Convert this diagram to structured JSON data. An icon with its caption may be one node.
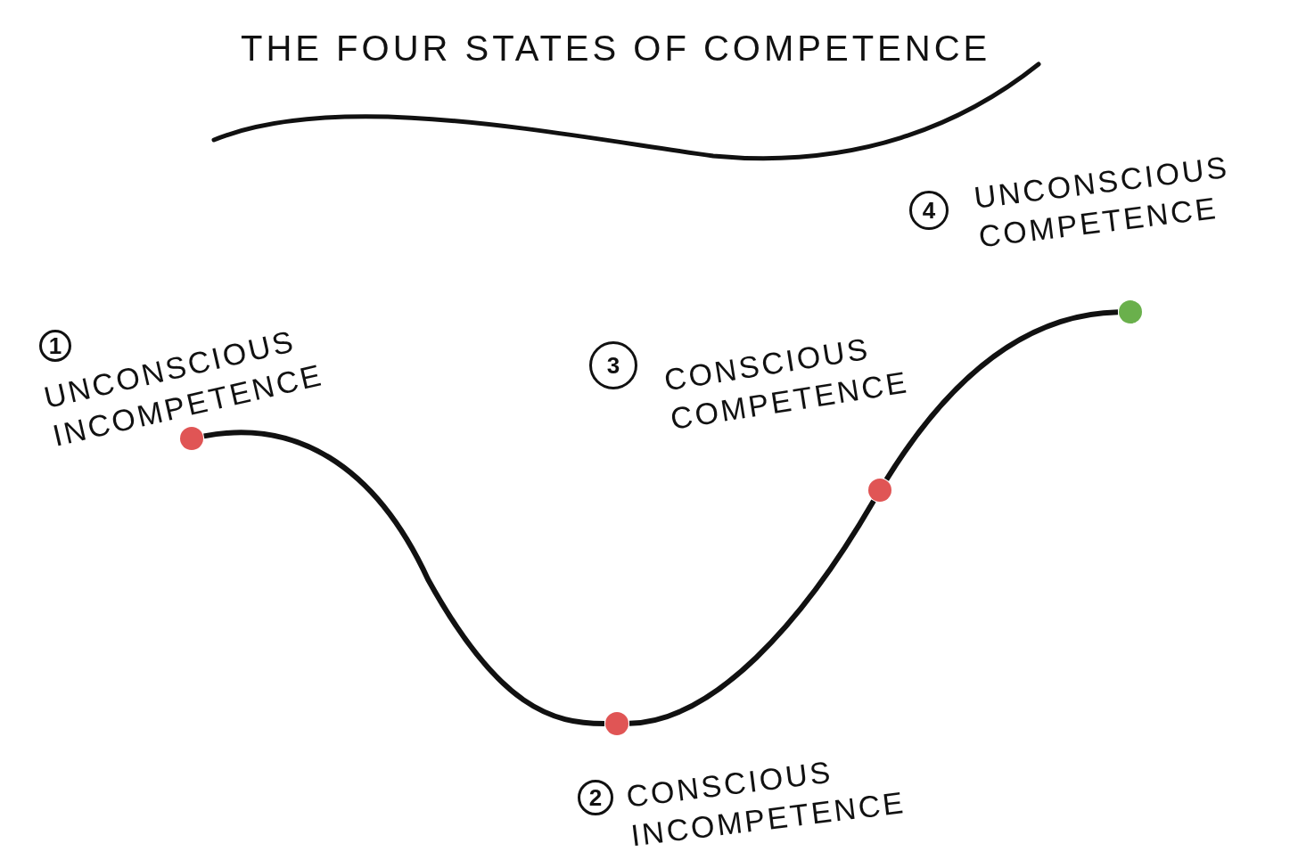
{
  "diagram": {
    "title": "THE FOUR STATES OF COMPETENCE",
    "nodes": [
      {
        "text": [],
        "shape": "circle"
      },
      {
        "text": [],
        "shape": "circle"
      },
      {
        "text": [],
        "shape": "circle"
      },
      {
        "text": [],
        "shape": "circle"
      },
      {
        "text": [
          "1"
        ],
        "beside": [
          "UNCONSCIOUS INCOMPETENCE"
        ]
      },
      {
        "text": [
          "2"
        ],
        "beside": [
          "CONSCIOUS INCOMPETENCE"
        ]
      },
      {
        "text": [
          "3"
        ],
        "beside": [
          "CONSCIOUS COMPETENCE"
        ]
      },
      {
        "text": [
          "4"
        ],
        "beside": [
          "UNCONSCIOUS COMPETENCE"
        ]
      }
    ],
    "edges": [
      {
        "from": 0,
        "to": 1,
        "arrow": "none"
      },
      {
        "from": 1,
        "to": 2,
        "arrow": "none"
      },
      {
        "from": 2,
        "to": 3,
        "arrow": "none"
      }
    ]
  }
}
